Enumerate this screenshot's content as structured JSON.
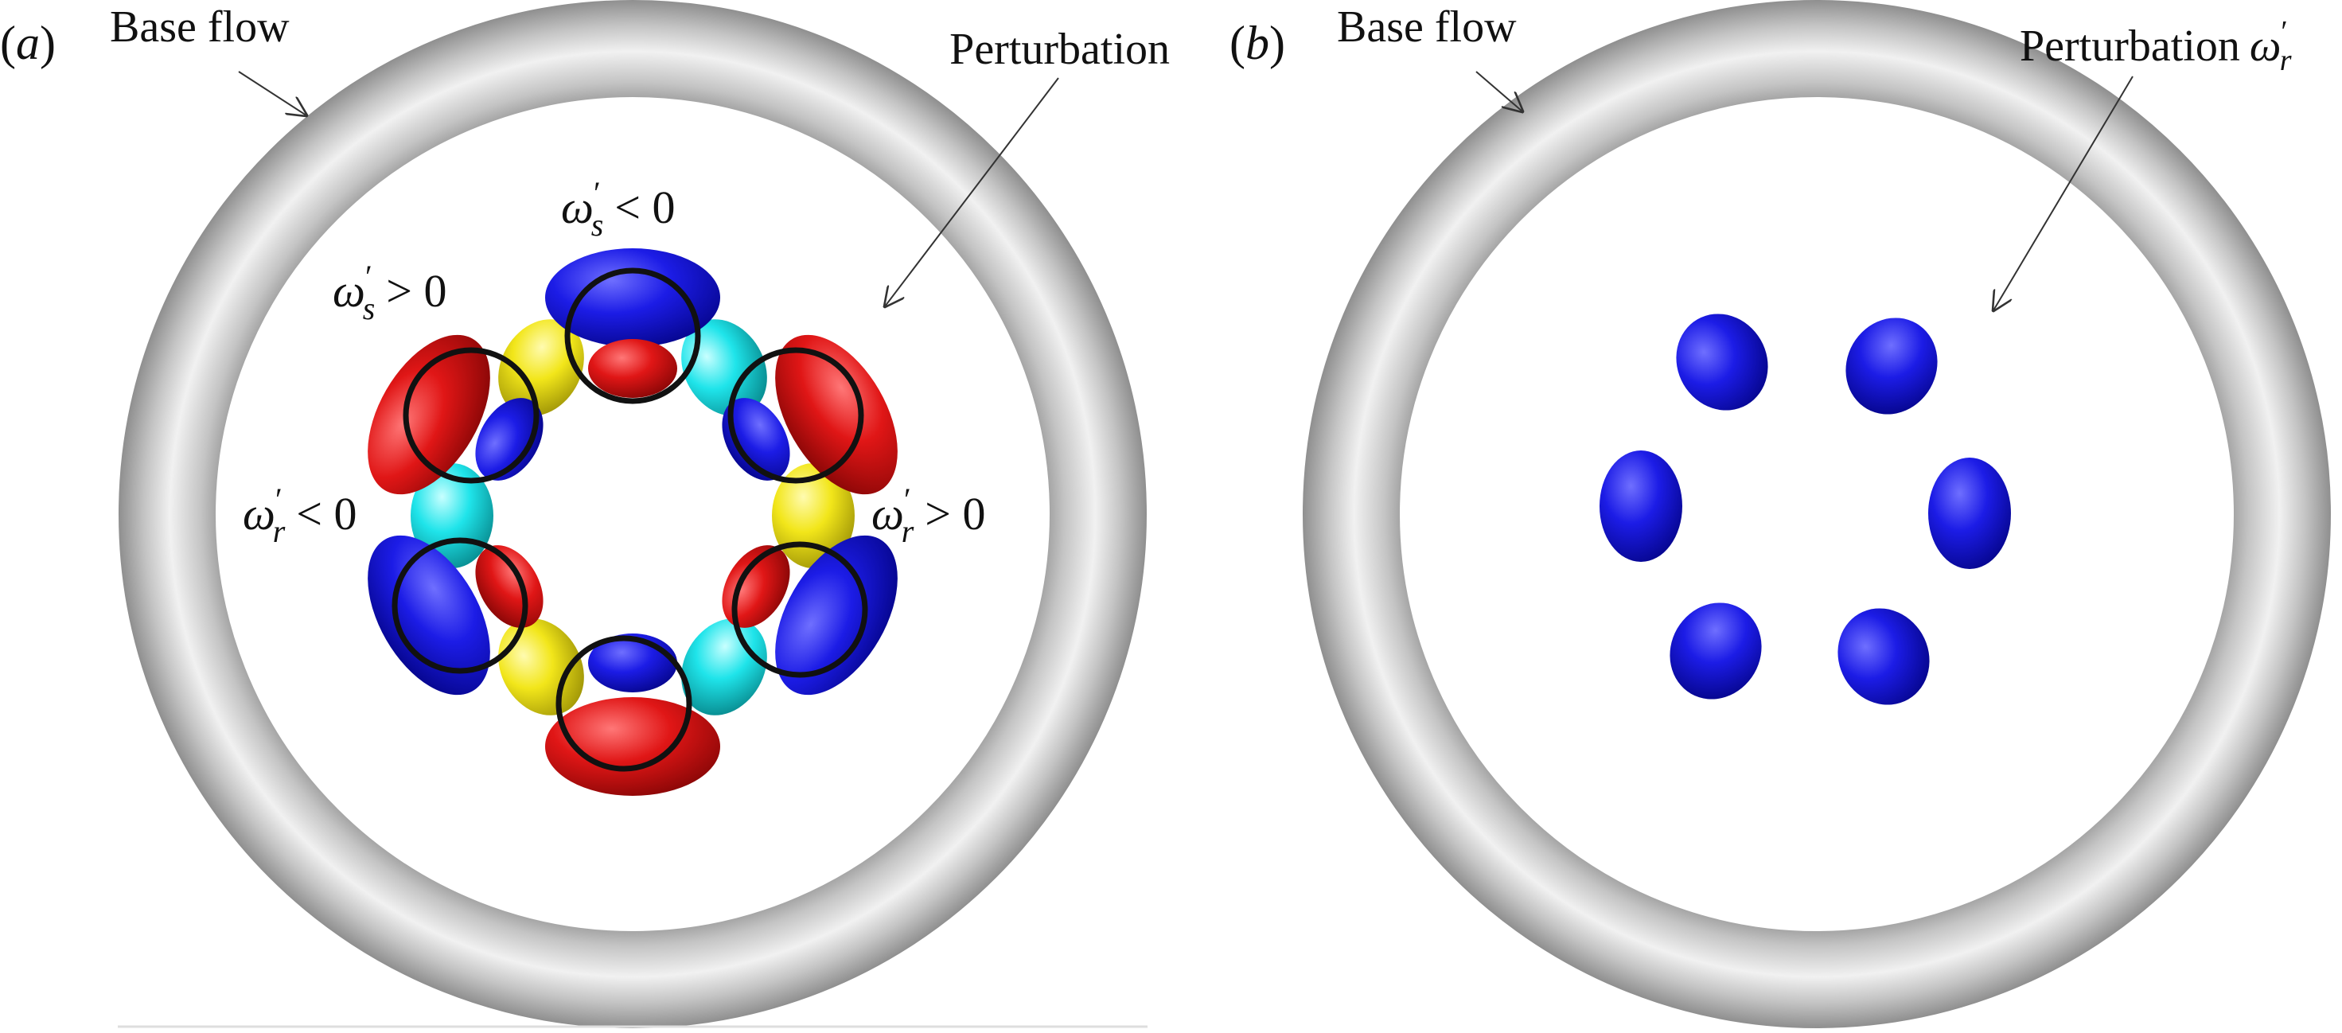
{
  "colors": {
    "ring": "#b9b9b9",
    "positive_red": "#e01818",
    "negative_blue": "#1a1adc",
    "yellow": "#f2e618",
    "cyan": "#20e6ea",
    "outline": "#111111"
  },
  "panel_a": {
    "tag": "(a)",
    "tag_letter": "a",
    "base_flow_label": "Base flow",
    "perturbation_label": "Perturbation",
    "annotations": [
      {
        "omega": "ω",
        "sub": "s",
        "relation": "< 0"
      },
      {
        "omega": "ω",
        "sub": "s",
        "relation": "> 0"
      },
      {
        "omega": "ω",
        "sub": "r",
        "relation": "< 0"
      },
      {
        "omega": "ω",
        "sub": "r",
        "relation": "> 0"
      }
    ]
  },
  "panel_b": {
    "tag": "(b)",
    "tag_letter": "b",
    "base_flow_label": "Base flow",
    "perturbation_label": "Perturbation",
    "perturbation_symbol": "ω",
    "perturbation_sub": "r"
  }
}
